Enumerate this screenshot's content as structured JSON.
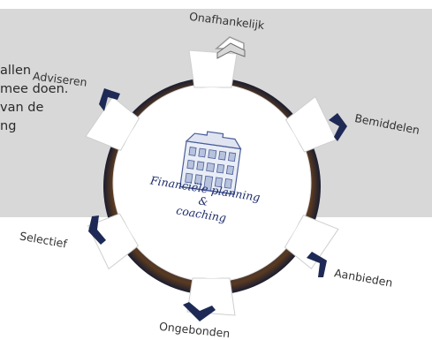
{
  "paragraph": {
    "lines": [
      "allen",
      "mee doen.",
      "van de",
      "ng"
    ]
  },
  "center": {
    "title_line1": "Financiële planning",
    "title_line2": "&",
    "title_line3": "coaching",
    "icon": "building-icon"
  },
  "spokes": [
    {
      "label": "Onafhankelijk"
    },
    {
      "label": "Bemiddelen"
    },
    {
      "label": "Aanbieden"
    },
    {
      "label": "Ongebonden"
    },
    {
      "label": "Selectief"
    },
    {
      "label": "Adviseren"
    }
  ],
  "colors": {
    "panel": "#d8d8d8",
    "gear": "#ffffff",
    "ring": "#1a2340",
    "cap_dark": "#1e2a55",
    "center_text": "#1d2c6b"
  }
}
